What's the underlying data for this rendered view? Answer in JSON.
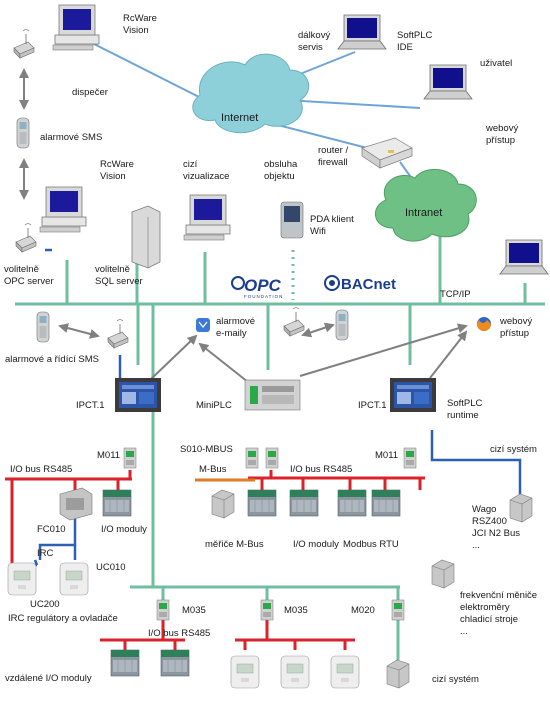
{
  "clouds": {
    "internet": "Internet",
    "intranet": "Intranet"
  },
  "logos": {
    "opc": "OPC",
    "opc_sub": "FOUNDATION",
    "bacnet": "BACnet"
  },
  "labels": {
    "rcware_top": [
      "RcWare",
      "Vision"
    ],
    "dispecer": "dispečer",
    "alarm_sms": "alarmové SMS",
    "dalkovy": [
      "dálkový",
      "servis"
    ],
    "softplc_ide": [
      "SoftPLC",
      "IDE"
    ],
    "uzivatel": "uživatel",
    "webovy_top": [
      "webový",
      "přístup"
    ],
    "router": [
      "router /",
      "firewall"
    ],
    "rcware_mid": [
      "RcWare",
      "Vision"
    ],
    "cizi_viz": [
      "cizí",
      "vizualizace"
    ],
    "obsluha": [
      "obsluha",
      "objektu"
    ],
    "pda": [
      "PDA klient",
      "Wifi"
    ],
    "opc_server": [
      "volitelně",
      "OPC server"
    ],
    "sql_server": [
      "volitelně",
      "SQL server"
    ],
    "tcpip": "TCP/IP",
    "alarm_emaily": [
      "alarmové",
      "e-maily"
    ],
    "webovy_mid": [
      "webový",
      "přístup"
    ],
    "alarm_ridici": "alarmové  a řídící  SMS",
    "ipct_left": "IPCT.1",
    "miniplc": "MiniPLC",
    "ipct_right": "IPCT.1",
    "softplc_rt": [
      "SoftPLC",
      "runtime"
    ],
    "m011_left": "M011",
    "s010": "S010-MBUS",
    "m011_right": "M011",
    "cizi_system_r": "cizí systém",
    "iobus_left": "I/O bus RS485",
    "mbus": "M-Bus",
    "iobus_mid": "I/O bus RS485",
    "fc010": "FC010",
    "io_moduly_l": "I/O moduly",
    "irc": "IRC",
    "uc010": "UC010",
    "meric": "měřiče M-Bus",
    "io_moduly_m": "I/O moduly",
    "modbus": "Modbus RTU",
    "wago": [
      "Wago",
      "RSZ400",
      "JCI N2 Bus",
      "..."
    ],
    "uc200": "UC200",
    "irc_reg": "IRC regulátory a ovladače",
    "frekv": [
      "frekvenční měniče",
      "elektroměry",
      "chladicí stroje",
      "..."
    ],
    "m035_l": "M035",
    "m035_m": "M035",
    "m020": "M020",
    "iobus_bottom": "I/O bus RS485",
    "vzdalene": "vzdálené I/O moduly",
    "cizi_system_b": "cizí systém"
  }
}
